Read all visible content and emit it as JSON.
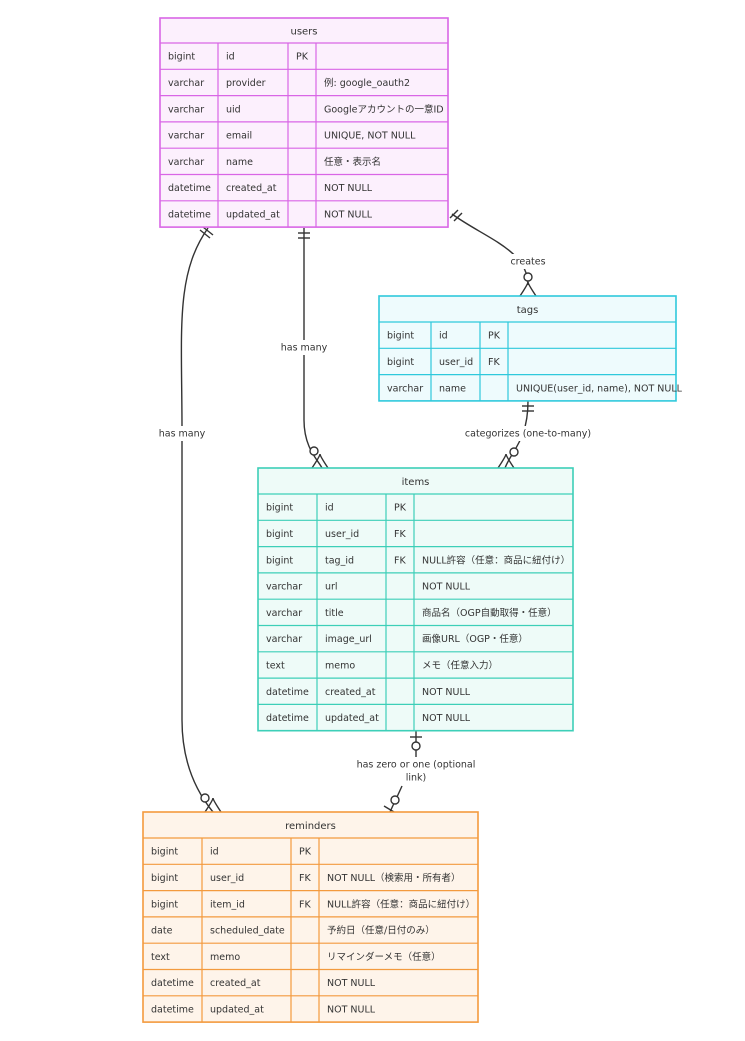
{
  "diagram": {
    "entities": [
      {
        "id": "users",
        "name": "users",
        "stroke": "#d966e6",
        "fill": "#fcf0fd",
        "attributes": [
          [
            "bigint",
            "id",
            "PK",
            ""
          ],
          [
            "varchar",
            "provider",
            "",
            "例: google_oauth2"
          ],
          [
            "varchar",
            "uid",
            "",
            "Googleアカウントの一意ID"
          ],
          [
            "varchar",
            "email",
            "",
            "UNIQUE, NOT NULL"
          ],
          [
            "varchar",
            "name",
            "",
            "任意・表示名"
          ],
          [
            "datetime",
            "created_at",
            "",
            "NOT NULL"
          ],
          [
            "datetime",
            "updated_at",
            "",
            "NOT NULL"
          ]
        ]
      },
      {
        "id": "tags",
        "name": "tags",
        "stroke": "#2fc9dc",
        "fill": "#eefbfd",
        "attributes": [
          [
            "bigint",
            "id",
            "PK",
            ""
          ],
          [
            "bigint",
            "user_id",
            "FK",
            ""
          ],
          [
            "varchar",
            "name",
            "",
            "UNIQUE(user_id, name), NOT NULL"
          ]
        ]
      },
      {
        "id": "items",
        "name": "items",
        "stroke": "#3dcfb8",
        "fill": "#eefbf8",
        "attributes": [
          [
            "bigint",
            "id",
            "PK",
            ""
          ],
          [
            "bigint",
            "user_id",
            "FK",
            ""
          ],
          [
            "bigint",
            "tag_id",
            "FK",
            "NULL許容（任意：商品に紐付け）"
          ],
          [
            "varchar",
            "url",
            "",
            "NOT NULL"
          ],
          [
            "varchar",
            "title",
            "",
            "商品名（OGP自動取得・任意）"
          ],
          [
            "varchar",
            "image_url",
            "",
            "画像URL（OGP・任意）"
          ],
          [
            "text",
            "memo",
            "",
            "メモ（任意入力）"
          ],
          [
            "datetime",
            "created_at",
            "",
            "NOT NULL"
          ],
          [
            "datetime",
            "updated_at",
            "",
            "NOT NULL"
          ]
        ]
      },
      {
        "id": "reminders",
        "name": "reminders",
        "stroke": "#f39a3e",
        "fill": "#fef4ea",
        "attributes": [
          [
            "bigint",
            "id",
            "PK",
            ""
          ],
          [
            "bigint",
            "user_id",
            "FK",
            "NOT NULL（検索用・所有者）"
          ],
          [
            "bigint",
            "item_id",
            "FK",
            "NULL許容（任意：商品に紐付け）"
          ],
          [
            "date",
            "scheduled_date",
            "",
            "予約日（任意/日付のみ）"
          ],
          [
            "text",
            "memo",
            "",
            "リマインダーメモ（任意）"
          ],
          [
            "datetime",
            "created_at",
            "",
            "NOT NULL"
          ],
          [
            "datetime",
            "updated_at",
            "",
            "NOT NULL"
          ]
        ]
      }
    ],
    "relationships": [
      {
        "id": "users-tags",
        "label": [
          "creates"
        ]
      },
      {
        "id": "users-items",
        "label": [
          "has many"
        ]
      },
      {
        "id": "users-reminders",
        "label": [
          "has many"
        ]
      },
      {
        "id": "tags-items",
        "label": [
          "categorizes (one-to-many)"
        ]
      },
      {
        "id": "items-reminders",
        "label": [
          "has zero or one (optional",
          "link)"
        ]
      }
    ]
  }
}
